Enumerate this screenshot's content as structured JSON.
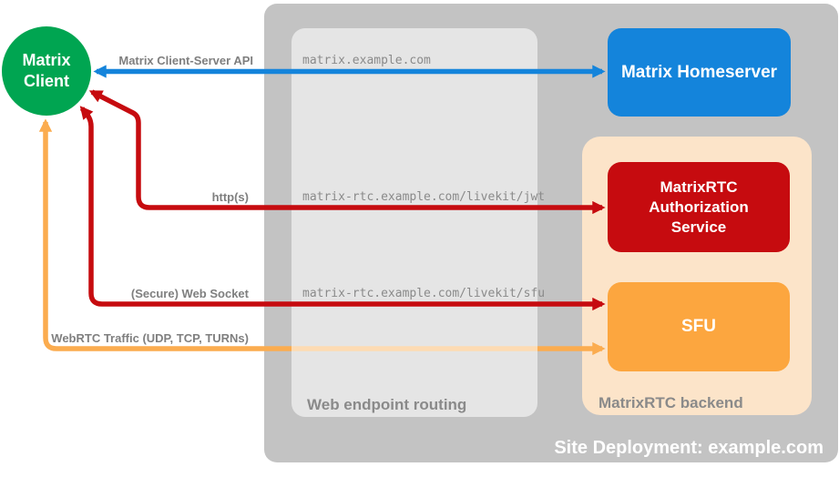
{
  "diagram": {
    "client": {
      "line1": "Matrix",
      "line2": "Client"
    },
    "site_deployment_label": "Site Deployment: example.com",
    "web_endpoint_routing_label": "Web endpoint routing",
    "matrixrtc_backend_label": "MatrixRTC backend",
    "nodes": {
      "homeserver": "Matrix Homeserver",
      "auth_service": "MatrixRTC Authorization Service",
      "sfu": "SFU"
    },
    "flows": [
      {
        "label": "Matrix Client-Server API",
        "route": "matrix.example.com",
        "color": "#1484DB",
        "from": "Matrix Client",
        "to": "Matrix Homeserver"
      },
      {
        "label": "http(s)",
        "route": "matrix-rtc.example.com/livekit/jwt",
        "color": "#C60B0F",
        "from": "Matrix Client",
        "to": "MatrixRTC Authorization Service"
      },
      {
        "label": "(Secure) Web Socket",
        "route": "matrix-rtc.example.com/livekit/sfu",
        "color": "#C60B0F",
        "from": "Matrix Client",
        "to": "SFU"
      },
      {
        "label": "WebRTC Traffic (UDP, TCP, TURNs)",
        "route": "",
        "color": "#FBAC4F",
        "from": "Matrix Client",
        "to": "SFU"
      }
    ],
    "colors": {
      "client_green": "#00A551",
      "homeserver_blue": "#1484DB",
      "auth_red": "#C60B0F",
      "sfu_orange": "#FCA63F",
      "backend_peach": "#FCE4C9",
      "container_gray": "#C3C3C3",
      "routing_panel_gray": "#E5E5E5",
      "label_gray": "#7F7F7F"
    }
  }
}
